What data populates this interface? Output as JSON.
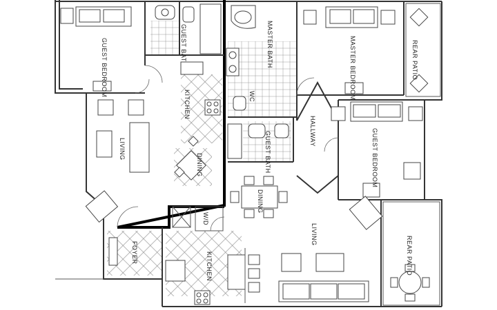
{
  "rooms": {
    "guest_bedroom_left": "GUEST BEDROOM",
    "guest_bath_top": "GUEST BATH",
    "master_bath": "MASTER BATH",
    "master_bedroom": "MASTER BEDROOM",
    "rear_patio_top": "REAR PATIO",
    "kitchen_left": "KITCHEN",
    "wc": "WC",
    "living_left": "LIVING",
    "dining_left": "DINING",
    "guest_bath_mid": "GUEST BATH",
    "hallway": "HALLWAY",
    "guest_bedroom_right": "GUEST BEDROOM",
    "dining_right": "DINING",
    "living_right": "LIVING",
    "foyer": "FOYER",
    "kitchen_right": "KITCHEN",
    "wd": "W/D",
    "rear_patio_bottom": "REAR PATIO"
  }
}
